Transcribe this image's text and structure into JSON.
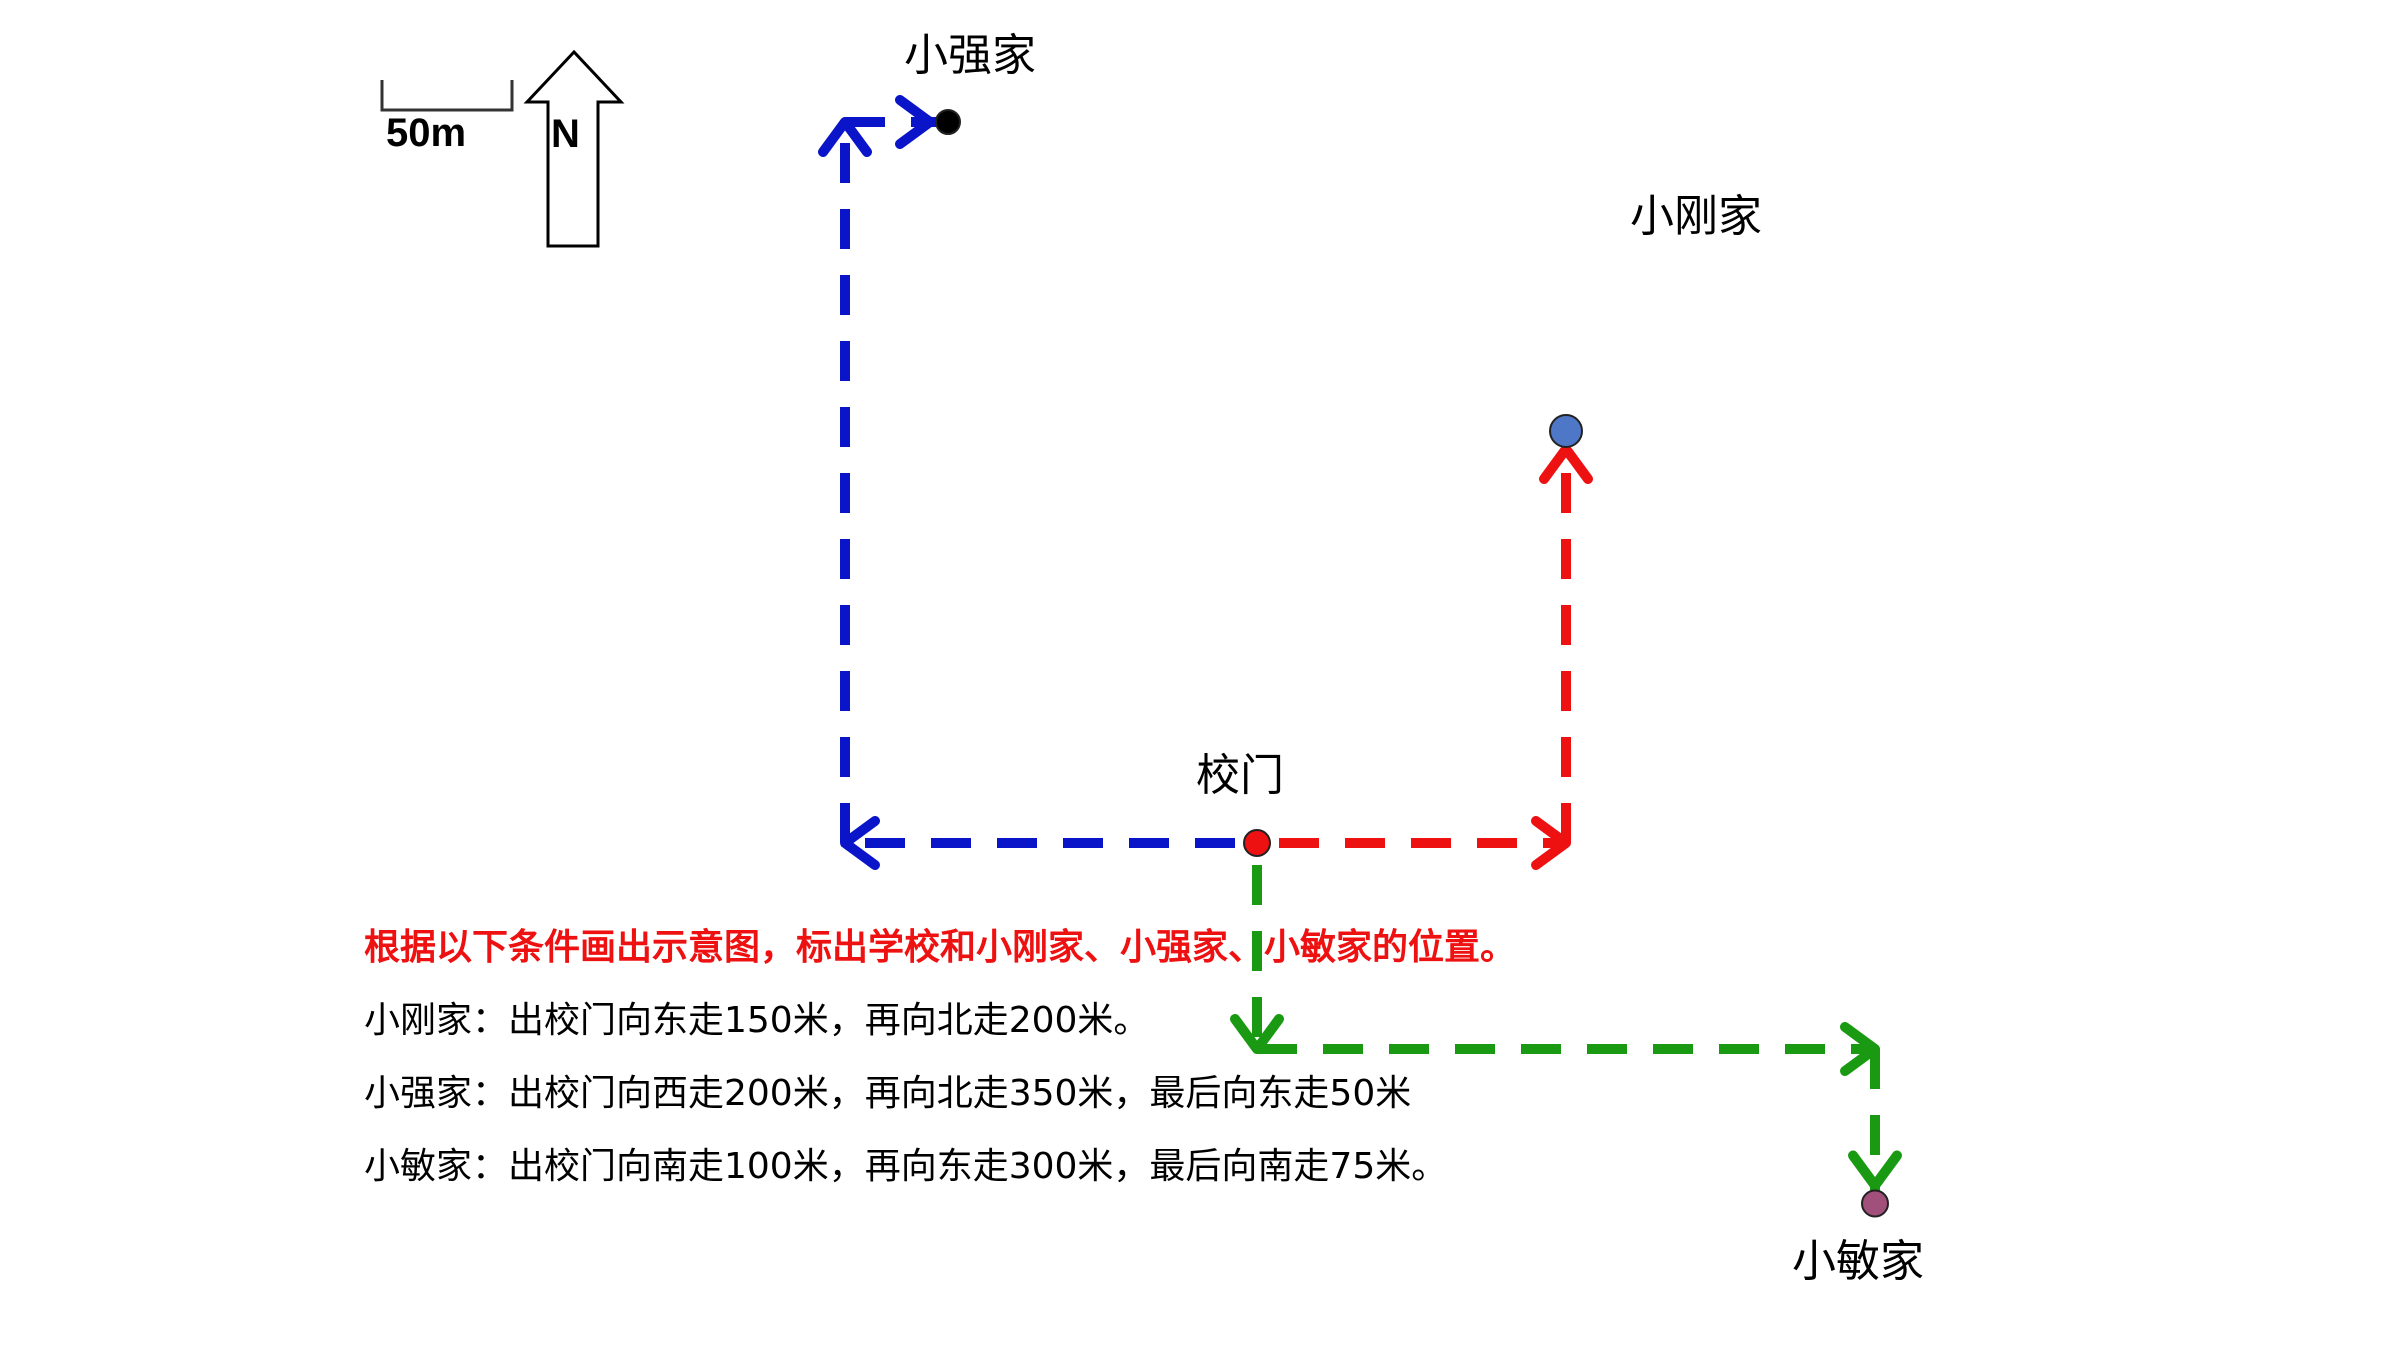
{
  "colors": {
    "red": "#ee1111",
    "blue": "#0a14c8",
    "green": "#1a9a12",
    "gang_marker": "#4f77c8",
    "min_marker": "#a0507a",
    "qiang_marker": "#000000",
    "school_marker": "#ee1111"
  },
  "scale": {
    "label": "50m"
  },
  "compass": {
    "label": "N",
    "icon": "north-arrow-icon"
  },
  "places": {
    "school": "校门",
    "gang": "小刚家",
    "qiang": "小强家",
    "min": "小敏家"
  },
  "instructions": {
    "title": "根据以下条件画出示意图，标出学校和小刚家、小强家、小敏家的位置。",
    "line1": "小刚家：出校门向东走150米，再向北走200米。",
    "line2": "小强家：出校门向西走200米，再向北走350米，最后向东走50米",
    "line3": "小敏家：出校门向南走100米，再向东走300米，最后向南走75米。"
  },
  "routes": [
    {
      "name": "小刚家",
      "color_key": "red",
      "legs": [
        {
          "dir": "east",
          "m": 150
        },
        {
          "dir": "north",
          "m": 200
        }
      ]
    },
    {
      "name": "小强家",
      "color_key": "blue",
      "legs": [
        {
          "dir": "west",
          "m": 200
        },
        {
          "dir": "north",
          "m": 350
        },
        {
          "dir": "east",
          "m": 50
        }
      ]
    },
    {
      "name": "小敏家",
      "color_key": "green",
      "legs": [
        {
          "dir": "south",
          "m": 100
        },
        {
          "dir": "east",
          "m": 300
        },
        {
          "dir": "south",
          "m": 75
        }
      ]
    }
  ]
}
